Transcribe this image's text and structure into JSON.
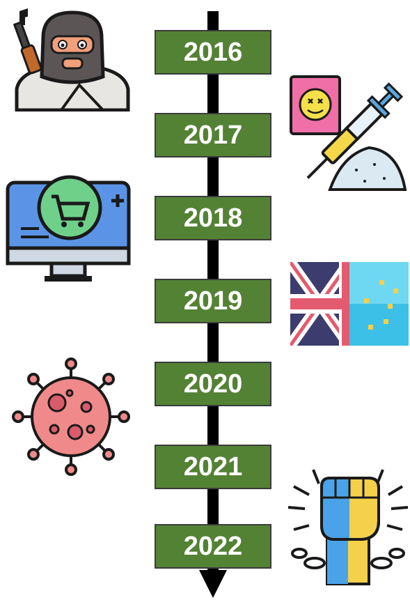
{
  "timeline": {
    "years": [
      "2016",
      "2017",
      "2018",
      "2019",
      "2020",
      "2021",
      "2022"
    ],
    "box_color": "#548235",
    "axis_color": "#000000"
  },
  "icons": {
    "left": [
      "terrorist-icon",
      "online-shopping-icon",
      "virus-icon"
    ],
    "right": [
      "drugs-icon",
      "uk-eu-flag-icon",
      "raised-fist-icon"
    ]
  }
}
